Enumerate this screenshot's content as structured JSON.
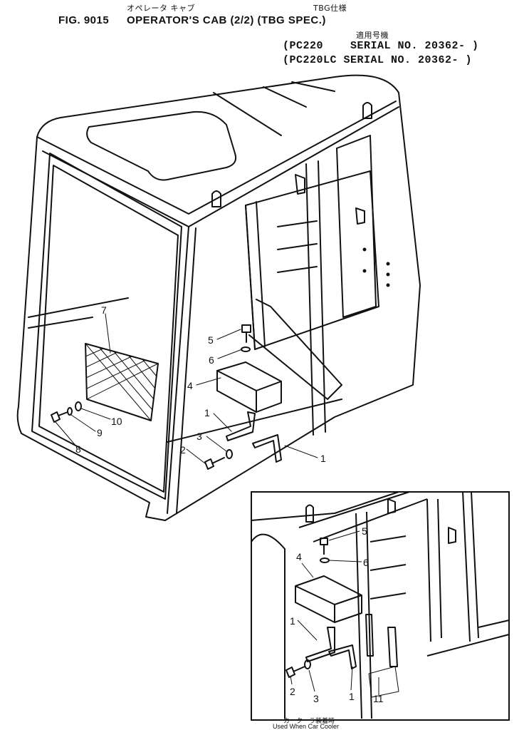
{
  "header": {
    "kana_title": "オペレータ キャブ",
    "tbg_jp": "TBG仕様",
    "fig_number": "FIG. 9015",
    "fig_title": "OPERATOR'S CAB (2/2) (TBG SPEC.)",
    "applicable_jp": "適用号機",
    "serial_1": "(PC220    SERIAL NO. 20362- )",
    "serial_2": "(PC220LC SERIAL NO. 20362- )"
  },
  "main_callouts": [
    "7",
    "5",
    "6",
    "4",
    "10",
    "9",
    "8",
    "1",
    "3",
    "2",
    "1"
  ],
  "inset_callouts": [
    "5",
    "6",
    "4",
    "1",
    "2",
    "3",
    "1",
    "11"
  ],
  "inset_caption_jp": "カークーラ装着時",
  "inset_caption_en": "Used When Car Cooler"
}
